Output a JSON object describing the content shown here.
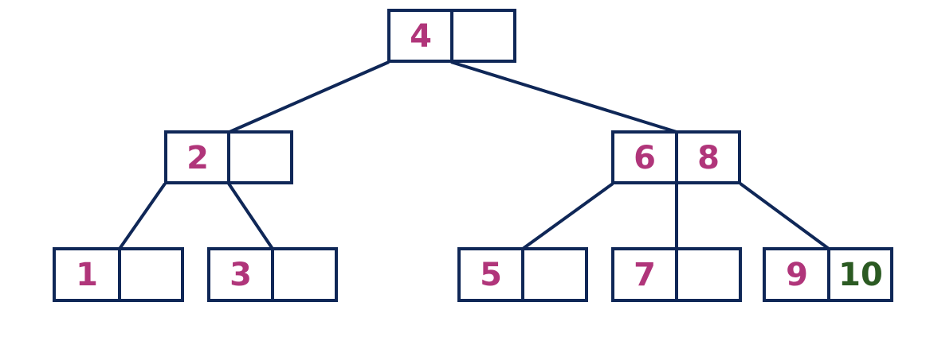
{
  "colors": {
    "line": "#0f2757",
    "key_existing": "#b0357a",
    "key_new": "#2b5a22",
    "background": "#ffffff"
  },
  "tree": {
    "root": {
      "keys": [
        "4",
        ""
      ]
    },
    "level1_left": {
      "keys": [
        "2",
        ""
      ]
    },
    "level1_right": {
      "keys": [
        "6",
        "8"
      ]
    },
    "leaf1": {
      "keys": [
        "1",
        ""
      ]
    },
    "leaf2": {
      "keys": [
        "3",
        ""
      ]
    },
    "leaf3": {
      "keys": [
        "5",
        ""
      ]
    },
    "leaf4": {
      "keys": [
        "7",
        ""
      ]
    },
    "leaf5": {
      "keys": [
        "9",
        "10"
      ]
    }
  }
}
